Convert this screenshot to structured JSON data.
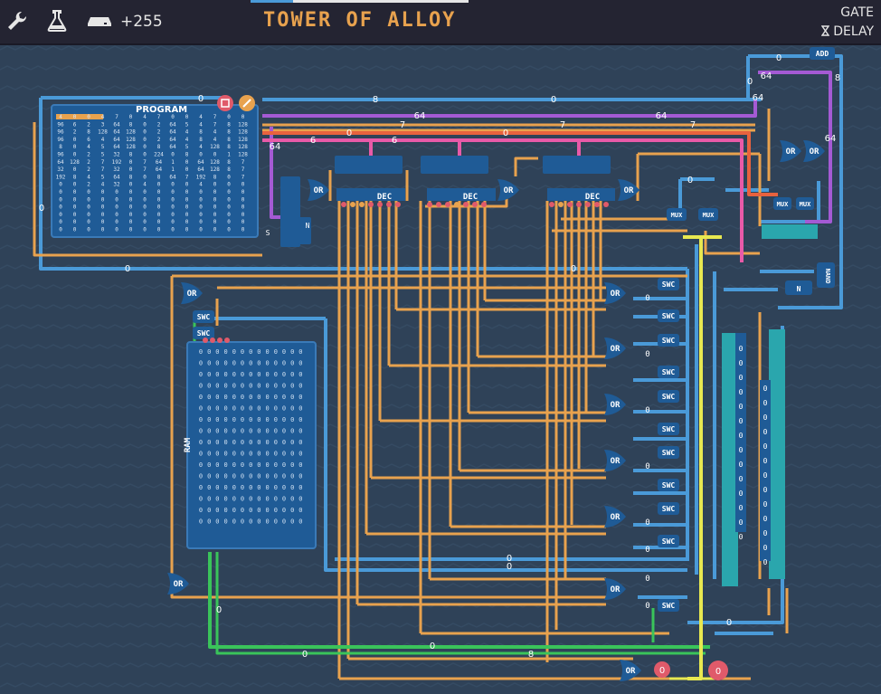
{
  "toolbar": {
    "wrench_icon": "wrench-icon",
    "flask_icon": "flask-icon",
    "drive_icon": "drive-icon",
    "counter": "+255",
    "title": "TOWER OF ALLOY",
    "gate_label": "GATE",
    "delay_label": "DELAY",
    "hourglass_icon": "hourglass-icon"
  },
  "colors": {
    "background": "#2f4258",
    "topbar": "#242432",
    "wire_orange": "#e8a24e",
    "wire_blue": "#4a9ad8",
    "wire_purple": "#a45ad4",
    "wire_pink": "#e85aa8",
    "wire_green": "#3ac45a",
    "wire_yellow": "#e8e850",
    "component": "#1f5b96",
    "title": "#e8a24e"
  },
  "program": {
    "title": "PROGRAM",
    "rows": [
      [
        "4",
        "0",
        "0",
        "4",
        "7",
        "0",
        "4",
        "7",
        "0",
        "0",
        "4",
        "7",
        "0",
        "0"
      ],
      [
        "96",
        "6",
        "2",
        "3",
        "64",
        "8",
        "0",
        "2",
        "64",
        "5",
        "4",
        "7",
        "8",
        "128"
      ],
      [
        "96",
        "2",
        "8",
        "128",
        "64",
        "128",
        "0",
        "2",
        "64",
        "4",
        "8",
        "4",
        "8",
        "128"
      ],
      [
        "96",
        "0",
        "6",
        "4",
        "64",
        "128",
        "0",
        "2",
        "64",
        "4",
        "8",
        "4",
        "8",
        "128"
      ],
      [
        "8",
        "0",
        "4",
        "5",
        "64",
        "128",
        "0",
        "8",
        "64",
        "5",
        "4",
        "128",
        "8",
        "128"
      ],
      [
        "96",
        "0",
        "2",
        "5",
        "32",
        "8",
        "0",
        "224",
        "0",
        "8",
        "0",
        "0",
        "1",
        "128"
      ],
      [
        "64",
        "128",
        "2",
        "7",
        "192",
        "0",
        "7",
        "64",
        "1",
        "0",
        "64",
        "128",
        "8",
        "7"
      ],
      [
        "32",
        "0",
        "2",
        "7",
        "32",
        "0",
        "7",
        "64",
        "1",
        "0",
        "64",
        "128",
        "8",
        "7"
      ],
      [
        "192",
        "8",
        "4",
        "5",
        "64",
        "8",
        "0",
        "8",
        "64",
        "7",
        "192",
        "8",
        "0",
        "7"
      ],
      [
        "0",
        "0",
        "2",
        "4",
        "32",
        "0",
        "4",
        "0",
        "0",
        "0",
        "4",
        "0",
        "0",
        "0"
      ],
      [
        "0",
        "0",
        "0",
        "0",
        "0",
        "0",
        "0",
        "0",
        "0",
        "0",
        "0",
        "0",
        "0",
        "0"
      ],
      [
        "0",
        "0",
        "0",
        "0",
        "0",
        "0",
        "0",
        "0",
        "0",
        "0",
        "0",
        "0",
        "0",
        "0"
      ],
      [
        "0",
        "0",
        "0",
        "0",
        "0",
        "0",
        "0",
        "0",
        "0",
        "0",
        "0",
        "0",
        "0",
        "0"
      ],
      [
        "0",
        "0",
        "0",
        "0",
        "0",
        "0",
        "0",
        "0",
        "0",
        "0",
        "0",
        "0",
        "0",
        "0"
      ],
      [
        "0",
        "0",
        "0",
        "0",
        "0",
        "0",
        "0",
        "0",
        "0",
        "0",
        "0",
        "0",
        "0",
        "0"
      ],
      [
        "0",
        "0",
        "0",
        "0",
        "0",
        "0",
        "0",
        "0",
        "0",
        "0",
        "0",
        "0",
        "0",
        "0"
      ]
    ]
  },
  "wire_labels": {
    "top_blue_a": "0",
    "top_blue_b": "8",
    "top_blue_c": "0",
    "purple_a": "64",
    "purple_b": "64",
    "orange_a": "7",
    "orange_b": "7",
    "orange_c": "7",
    "pink_a": "6",
    "pink_b": "6",
    "wire_64_left": "64",
    "red_mid": "0",
    "red_mid_b": "0",
    "left_zero": "0",
    "bus_zero": "0",
    "bus_zero_b": "0",
    "mid_zero_a": "0",
    "mid_zero_b": "0",
    "green_zero_a": "0",
    "green_zero_b": "0",
    "green_eight": "8",
    "bottom_zero": "0",
    "left_green_zero": "0"
  },
  "components": {
    "or": "OR",
    "dec": "DEC",
    "mux": "MUX",
    "swc": "SWC",
    "add": "ADD",
    "nand": "NAND",
    "ram": "RAM",
    "n": "N",
    "s": "S"
  },
  "swc_outputs": [
    "0",
    "0",
    "0",
    "0",
    "0",
    "0",
    "0",
    "0"
  ],
  "reg_a_values": [
    "0",
    "0",
    "0",
    "0",
    "0",
    "0",
    "0",
    "0",
    "0",
    "0",
    "0",
    "0",
    "0",
    "0"
  ],
  "reg_b_values": [
    "0",
    "0",
    "0",
    "0",
    "0",
    "0",
    "0",
    "0",
    "0",
    "0",
    "0",
    "0",
    "0"
  ],
  "top_right": {
    "val_a": "0",
    "val_b": "8",
    "val_c": "64",
    "val_d": "64",
    "val_e": "0",
    "val_f": "0",
    "val_g": "64"
  },
  "ram": {
    "rows": 16,
    "cols": 13,
    "cell": "0"
  },
  "bottom_right": {
    "or_label": "OR",
    "out_a": "0",
    "out_b": "0"
  }
}
